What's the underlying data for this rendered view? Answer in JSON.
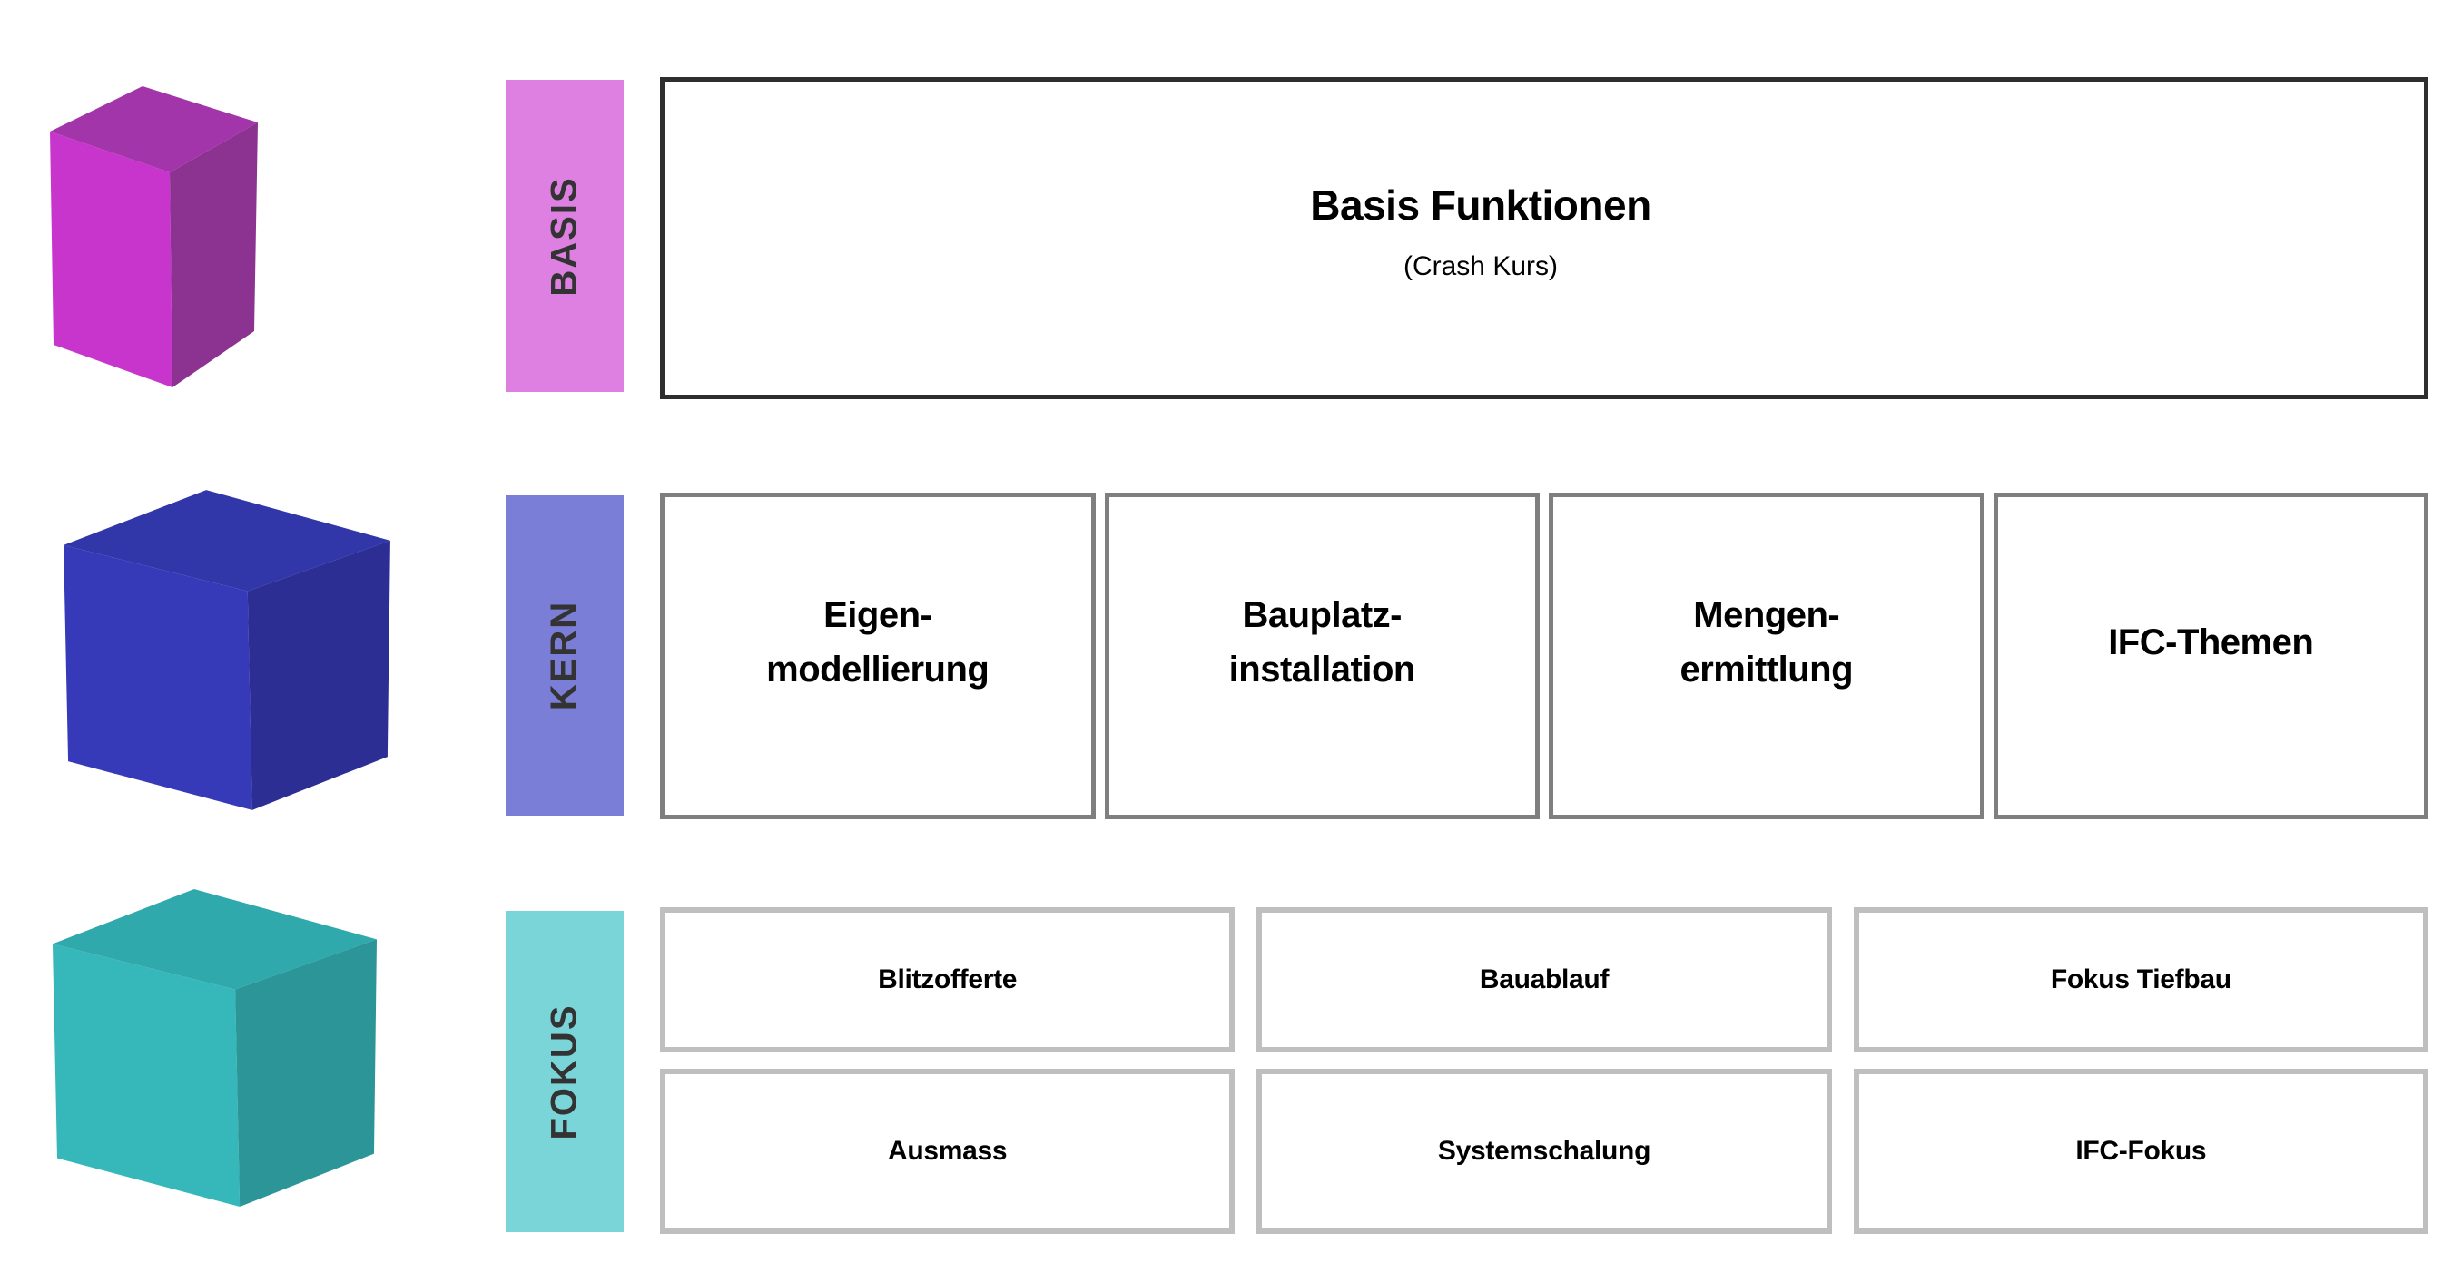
{
  "rows": [
    {
      "label": "BASIS",
      "bar_color": "#DE7FE2",
      "box_border": "#2E2E2E",
      "cube_colors": {
        "front": "#C735CD",
        "top": "#A335AA",
        "right": "#8C3392"
      },
      "box": {
        "title": "Basis Funktionen",
        "subtitle": "(Crash Kurs)"
      }
    },
    {
      "label": "KERN",
      "bar_color": "#7B7ED6",
      "box_border": "#7F7F7F",
      "cube_colors": {
        "front": "#3639B8",
        "top": "#3136A9",
        "right": "#2C2E94"
      },
      "boxes": [
        {
          "lines": [
            "Eigen-",
            "modellierung"
          ]
        },
        {
          "lines": [
            "Bauplatz-",
            "installation"
          ]
        },
        {
          "lines": [
            "Mengen-",
            "ermittlung"
          ]
        },
        {
          "lines": [
            "IFC-Themen"
          ]
        }
      ]
    },
    {
      "label": "FOKUS",
      "bar_color": "#7AD5D8",
      "box_border": "#BFBFBF",
      "cube_colors": {
        "front": "#36B7B9",
        "top": "#30A9AC",
        "right": "#2B9598"
      },
      "box_rows": [
        [
          {
            "title": "Blitzofferte"
          },
          {
            "title": "Bauablauf"
          },
          {
            "title": "Fokus Tiefbau"
          }
        ],
        [
          {
            "title": "Ausmass"
          },
          {
            "title": "Systemschalung"
          },
          {
            "title": "IFC-Fokus"
          }
        ]
      ]
    }
  ]
}
